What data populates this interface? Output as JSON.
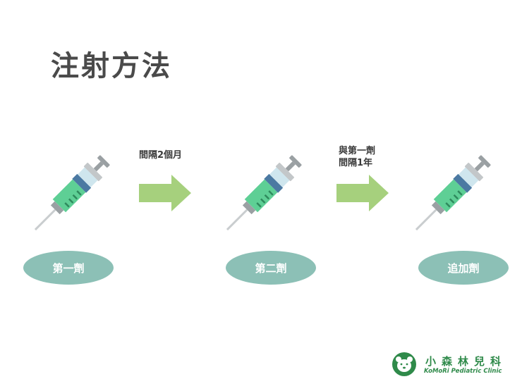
{
  "title": "注射方法",
  "steps": [
    {
      "label": "第一劑"
    },
    {
      "label": "第二劑"
    },
    {
      "label": "追加劑"
    }
  ],
  "intervals": [
    {
      "line1": "間隔2個月",
      "line2": ""
    },
    {
      "line1": "與第一劑",
      "line2": "間隔1年"
    }
  ],
  "logo": {
    "name": "小森林兒科",
    "subtitle": "KoMoRi Pediatric Clinic"
  },
  "colors": {
    "pill": "#8cc0b6",
    "arrow": "#a6d07d",
    "syringe_body": "#5ecf95",
    "syringe_band": "#4b79a2",
    "brand": "#2f8a4a"
  },
  "icons": [
    "syringe-icon",
    "arrow-right-icon",
    "bear-logo-icon"
  ]
}
